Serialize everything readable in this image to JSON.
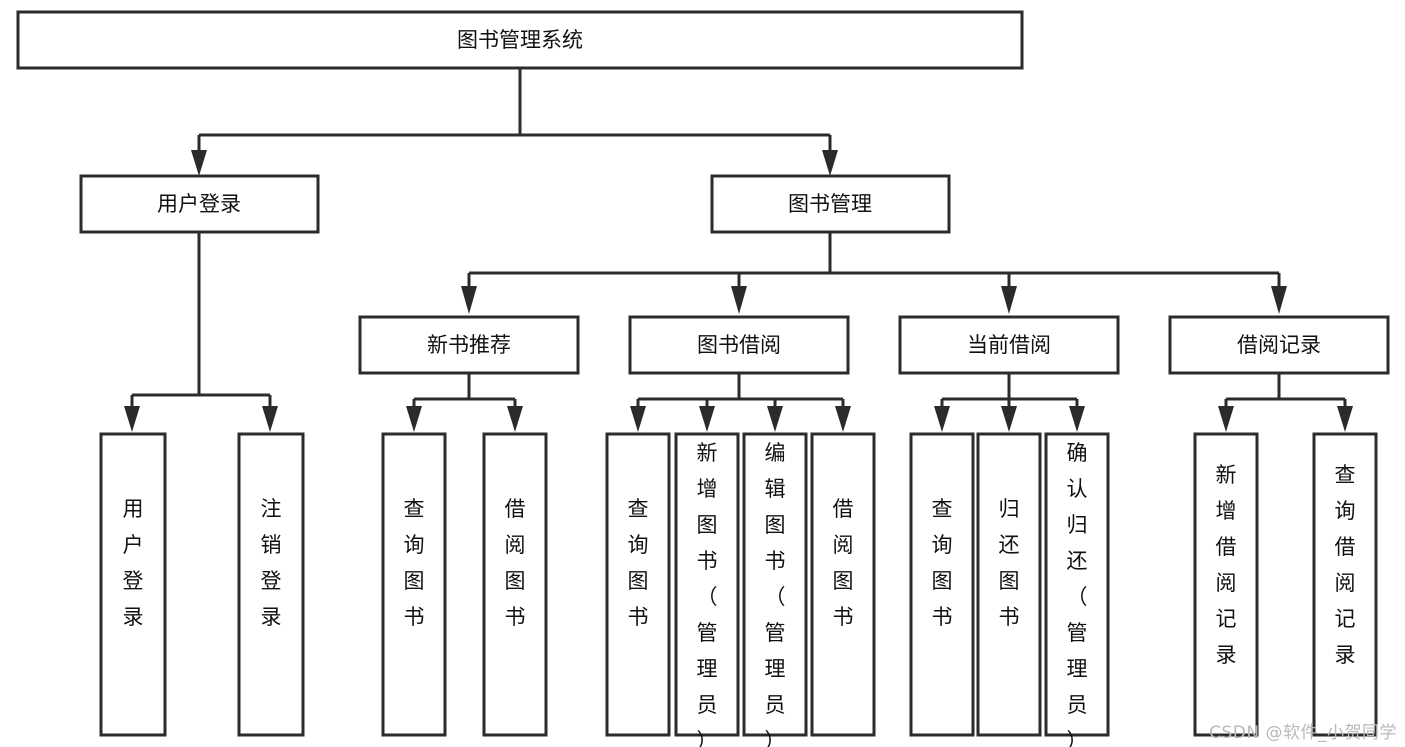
{
  "diagram": {
    "title": "图书管理系统",
    "watermark": "CSDN @软件_小贺同学",
    "colors": {
      "stroke": "#2b2b2b",
      "fill": "#ffffff",
      "text": "#111111",
      "watermark": "#b9b9b9"
    },
    "nodes": {
      "root": {
        "label": "图书管理系统",
        "orientation": "horizontal"
      },
      "user_login": {
        "label": "用户登录",
        "orientation": "horizontal"
      },
      "book_manage": {
        "label": "图书管理",
        "orientation": "horizontal"
      },
      "new_book_rec": {
        "label": "新书推荐",
        "orientation": "horizontal"
      },
      "book_borrow": {
        "label": "图书借阅",
        "orientation": "horizontal"
      },
      "current_borrow": {
        "label": "当前借阅",
        "orientation": "horizontal"
      },
      "borrow_record": {
        "label": "借阅记录",
        "orientation": "horizontal"
      },
      "leaf_user_login": {
        "label": "用户登录",
        "orientation": "vertical"
      },
      "leaf_logout": {
        "label": "注销登录",
        "orientation": "vertical"
      },
      "leaf_query_book_1": {
        "label": "查询图书",
        "orientation": "vertical"
      },
      "leaf_borrow_book_1": {
        "label": "借阅图书",
        "orientation": "vertical"
      },
      "leaf_query_book_2": {
        "label": "查询图书",
        "orientation": "vertical"
      },
      "leaf_add_book": {
        "label": "新增图书（管理员）",
        "orientation": "vertical"
      },
      "leaf_edit_book": {
        "label": "编辑图书（管理员）",
        "orientation": "vertical"
      },
      "leaf_borrow_book_2": {
        "label": "借阅图书",
        "orientation": "vertical"
      },
      "leaf_query_book_3": {
        "label": "查询图书",
        "orientation": "vertical"
      },
      "leaf_return_book": {
        "label": "归还图书",
        "orientation": "vertical"
      },
      "leaf_confirm_return": {
        "label": "确认归还（管理员）",
        "orientation": "vertical"
      },
      "leaf_add_record": {
        "label": "新增借阅记录",
        "orientation": "vertical"
      },
      "leaf_query_record": {
        "label": "查询借阅记录",
        "orientation": "vertical"
      }
    },
    "edges": [
      {
        "from": "root",
        "to": "user_login"
      },
      {
        "from": "root",
        "to": "book_manage"
      },
      {
        "from": "user_login",
        "to": "leaf_user_login"
      },
      {
        "from": "user_login",
        "to": "leaf_logout"
      },
      {
        "from": "book_manage",
        "to": "new_book_rec"
      },
      {
        "from": "book_manage",
        "to": "book_borrow"
      },
      {
        "from": "book_manage",
        "to": "current_borrow"
      },
      {
        "from": "book_manage",
        "to": "borrow_record"
      },
      {
        "from": "new_book_rec",
        "to": "leaf_query_book_1"
      },
      {
        "from": "new_book_rec",
        "to": "leaf_borrow_book_1"
      },
      {
        "from": "book_borrow",
        "to": "leaf_query_book_2"
      },
      {
        "from": "book_borrow",
        "to": "leaf_add_book"
      },
      {
        "from": "book_borrow",
        "to": "leaf_edit_book"
      },
      {
        "from": "book_borrow",
        "to": "leaf_borrow_book_2"
      },
      {
        "from": "current_borrow",
        "to": "leaf_query_book_3"
      },
      {
        "from": "current_borrow",
        "to": "leaf_return_book"
      },
      {
        "from": "current_borrow",
        "to": "leaf_confirm_return"
      },
      {
        "from": "borrow_record",
        "to": "leaf_add_record"
      },
      {
        "from": "borrow_record",
        "to": "leaf_query_record"
      }
    ]
  }
}
